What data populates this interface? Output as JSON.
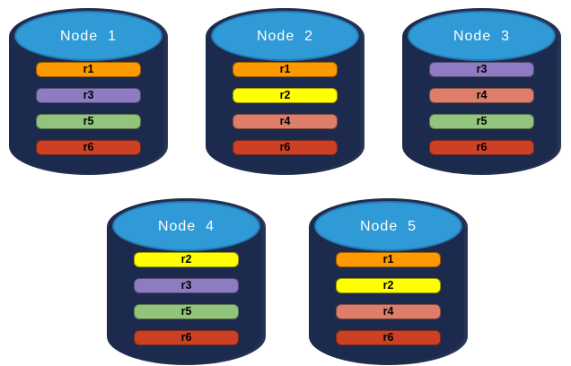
{
  "diagram": {
    "type": "database-replication-diagram",
    "replica_colors": {
      "r1": "#FF9900",
      "r2": "#FFFF00",
      "r3": "#8E7CC3",
      "r4": "#DD7E6B",
      "r5": "#93C47D",
      "r6": "#CC4125"
    },
    "node_style": {
      "body_color": "#1C2B4D",
      "top_color": "#2F9AD6",
      "top_border_color": "#2579B5",
      "label_color": "#FFFFFF",
      "bar_text_color": "#000000"
    },
    "nodes": [
      {
        "label": "Node  1",
        "replicas": [
          "r1",
          "r3",
          "r5",
          "r6"
        ]
      },
      {
        "label": "Node  2",
        "replicas": [
          "r1",
          "r2",
          "r4",
          "r6"
        ]
      },
      {
        "label": "Node  3",
        "replicas": [
          "r3",
          "r4",
          "r5",
          "r6"
        ]
      },
      {
        "label": "Node  4",
        "replicas": [
          "r2",
          "r3",
          "r5",
          "r6"
        ]
      },
      {
        "label": "Node  5",
        "replicas": [
          "r1",
          "r2",
          "r4",
          "r6"
        ]
      }
    ]
  }
}
